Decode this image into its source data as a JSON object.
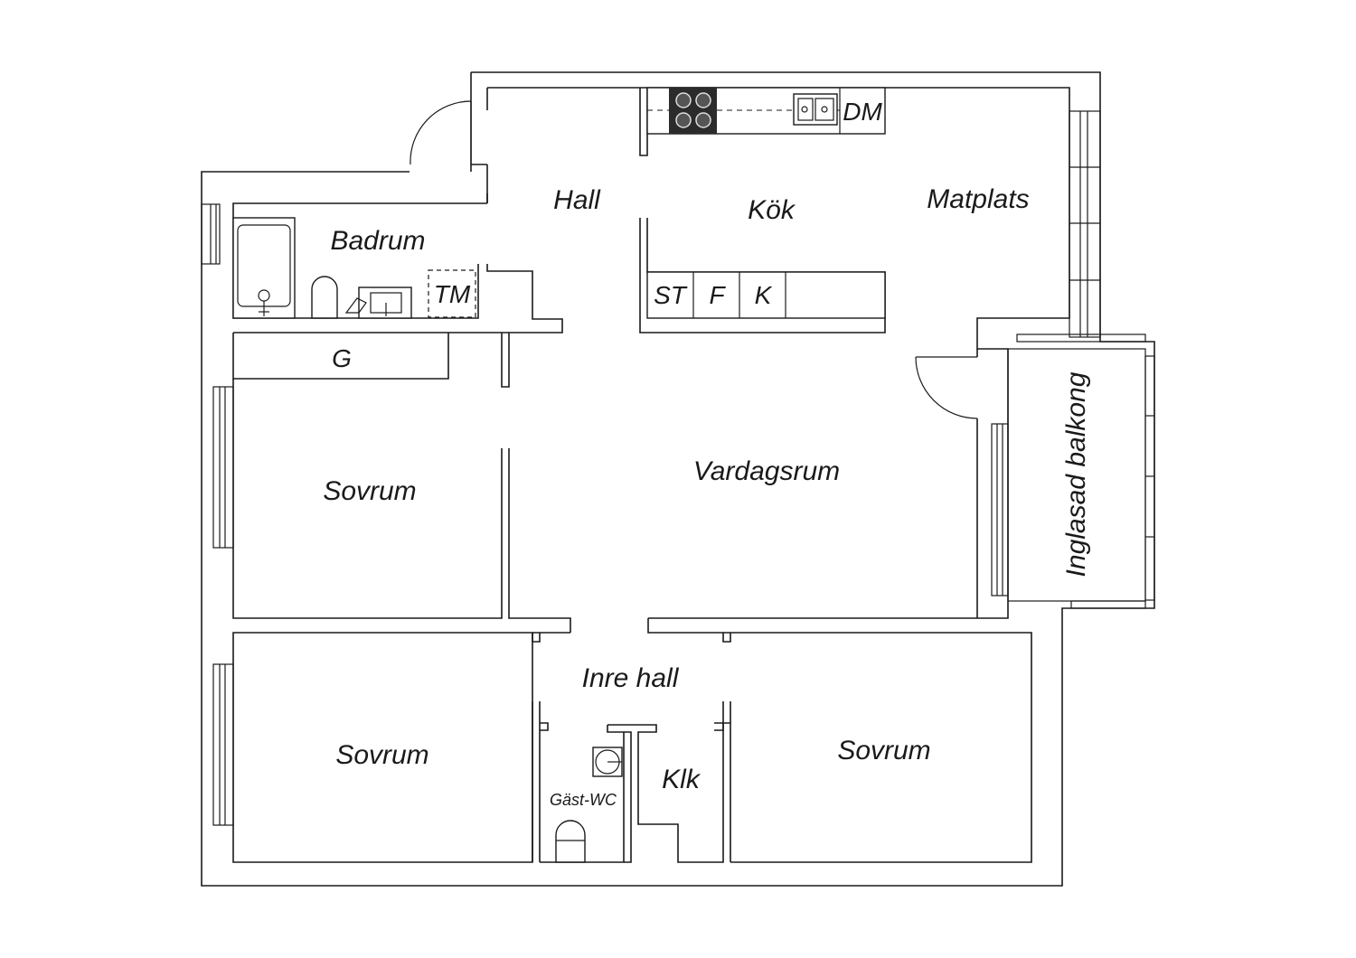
{
  "rooms": {
    "hall": "Hall",
    "kok": "Kök",
    "matplats": "Matplats",
    "badrum": "Badrum",
    "sovrum_top": "Sovrum",
    "vardagsrum": "Vardagsrum",
    "balkong": "Inglasad balkong",
    "inre_hall": "Inre hall",
    "sovrum_bottom_left": "Sovrum",
    "sovrum_bottom_right": "Sovrum",
    "gast_wc": "Gäst-WC",
    "klk": "Klk"
  },
  "fixtures": {
    "dm": "DM",
    "tm": "TM",
    "g": "G",
    "st": "ST",
    "f": "F",
    "k": "K"
  }
}
